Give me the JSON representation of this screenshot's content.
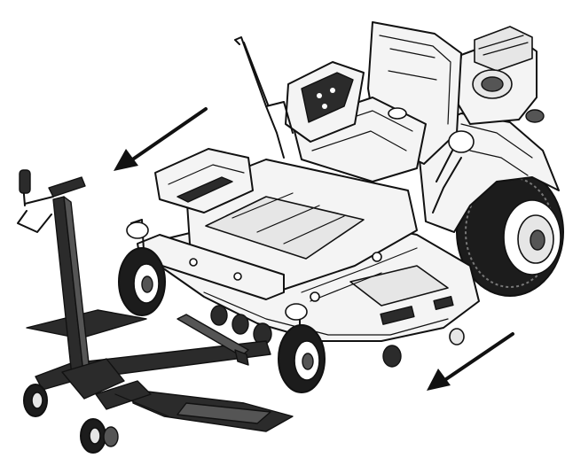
{
  "figure": {
    "subjects": [
      "zero-turn-mower",
      "deck-lift-jack"
    ],
    "arrows": [
      {
        "id": "arrow-upper",
        "direction": "down-left"
      },
      {
        "id": "arrow-lower",
        "direction": "down-left"
      }
    ],
    "colors": {
      "line": "#111111",
      "fill": "#f4f4f4",
      "jack": "#3a3a3a",
      "background": "#ffffff"
    }
  }
}
